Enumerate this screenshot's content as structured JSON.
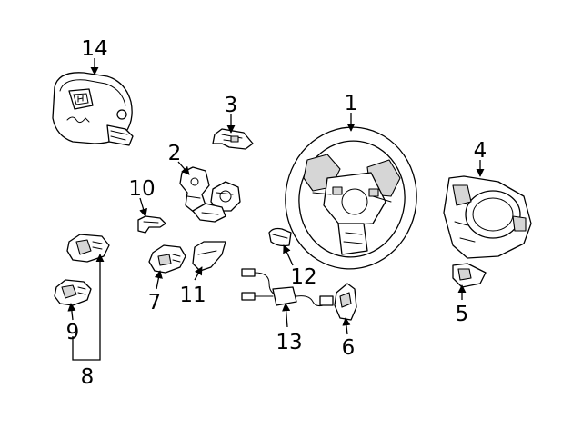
{
  "callouts": {
    "c1": "1",
    "c2": "2",
    "c3": "3",
    "c4": "4",
    "c5": "5",
    "c6": "6",
    "c7": "7",
    "c8": "8",
    "c9": "9",
    "c10": "10",
    "c11": "11",
    "c12": "12",
    "c13": "13",
    "c14": "14"
  },
  "colors": {
    "line": "#000000",
    "background": "#ffffff",
    "shade": "#d6d6d6"
  }
}
